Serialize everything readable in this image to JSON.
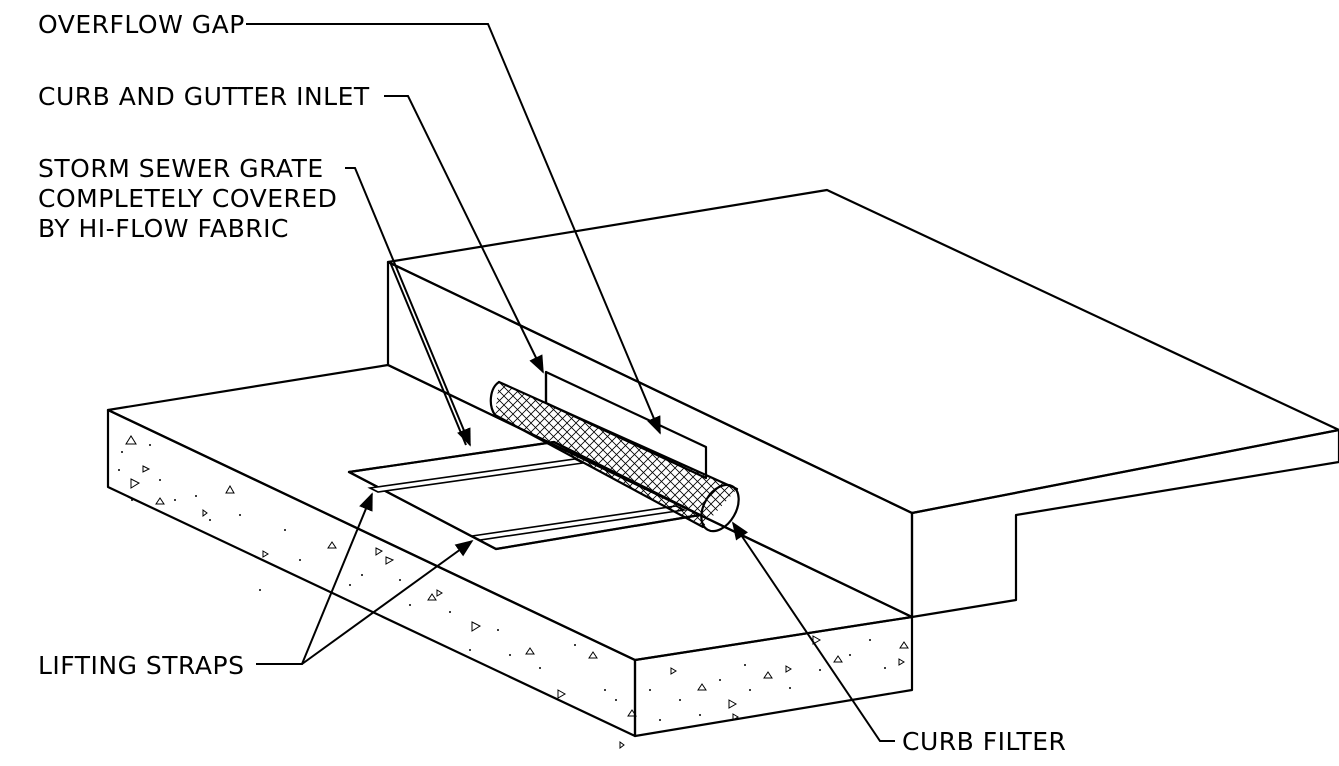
{
  "labels": {
    "overflow_gap": "OVERFLOW GAP",
    "curb_inlet": "CURB AND GUTTER INLET",
    "grate_line1": "STORM SEWER GRATE",
    "grate_line2": "COMPLETELY COVERED",
    "grate_line3": "BY HI-FLOW FABRIC",
    "lifting_straps": "LIFTING STRAPS",
    "curb_filter": "CURB FILTER"
  },
  "colors": {
    "line": "#000000",
    "background": "#ffffff"
  }
}
